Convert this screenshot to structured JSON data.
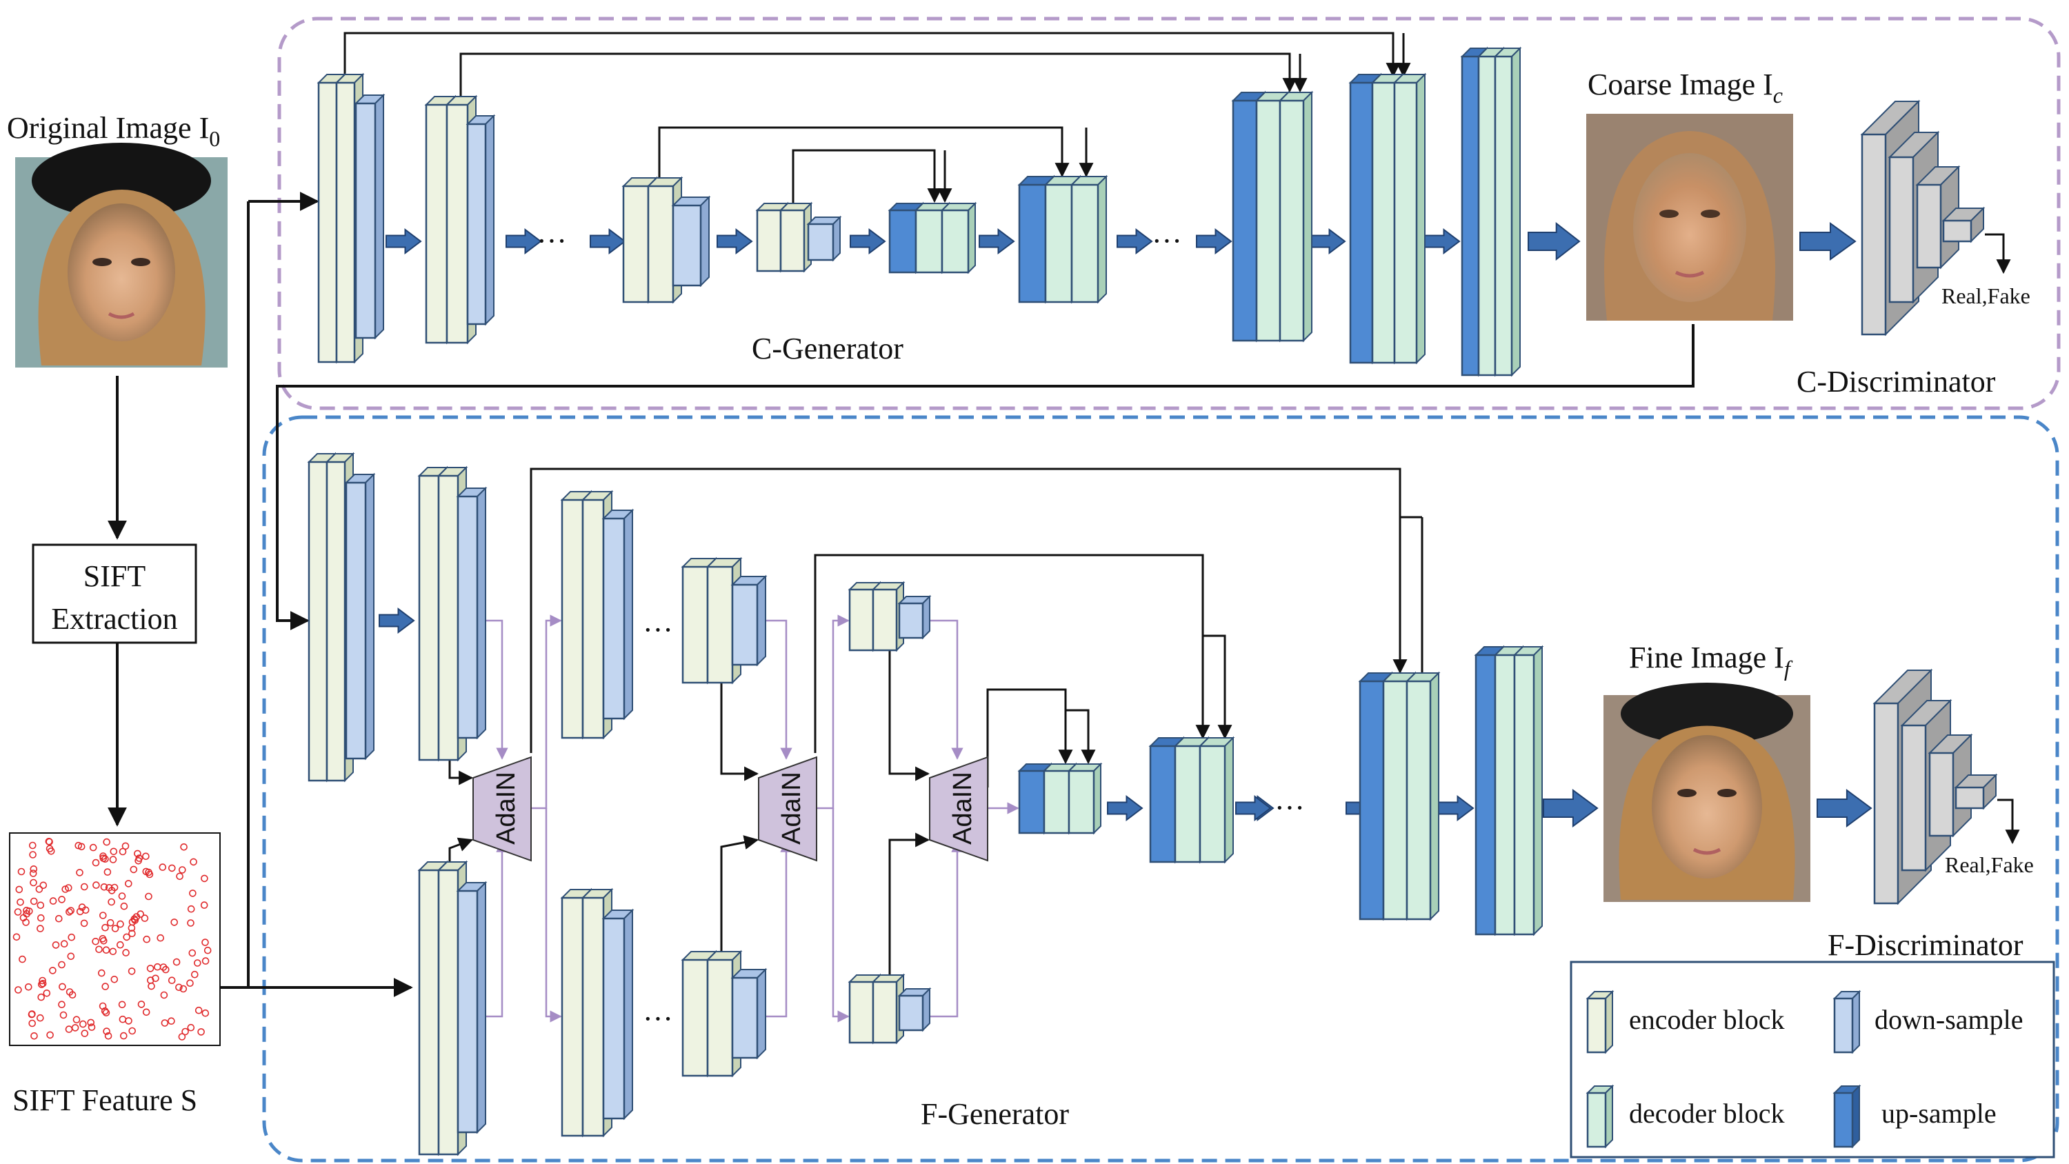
{
  "labels": {
    "original_image": "Original Image I",
    "original_image_sub": "0",
    "sift_extraction_line1": "SIFT",
    "sift_extraction_line2": "Extraction",
    "sift_feature": "SIFT Feature S",
    "coarse_image": "Coarse Image I",
    "coarse_image_sub": "c",
    "fine_image": "Fine Image I",
    "fine_image_sub": "f",
    "c_generator": "C-Generator",
    "c_discriminator": "C-Discriminator",
    "f_generator": "F-Generator",
    "f_discriminator": "F-Discriminator",
    "real_fake_c": "Real,Fake",
    "real_fake_f": "Real,Fake",
    "adain_1": "AdaIN",
    "adain_2": "AdaIN",
    "adain_3": "AdaIN",
    "ellipsis": "···"
  },
  "legend": {
    "encoder_block": "encoder block",
    "decoder_block": "decoder block",
    "down_sample": "down-sample",
    "up_sample": "up-sample"
  },
  "colors": {
    "encoder": "#eef3e2",
    "decoder": "#d4efe0",
    "downsample": "#c3d6f0",
    "upsample": "#4f8ad3",
    "outline": "#2f4f75",
    "arrow_fill": "#3c6eb0",
    "c_box_border": "#b49ac9",
    "f_box_border": "#4a86c8",
    "adain_fill": "#cfc2dc",
    "adain_line": "#a58cc5",
    "sift_points": "#e0292b"
  }
}
